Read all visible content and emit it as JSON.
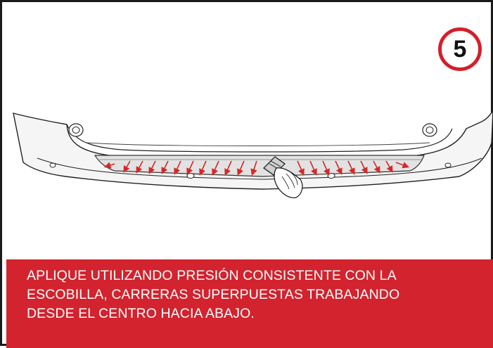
{
  "step": {
    "number": "5",
    "accent_color": "#d31f2b"
  },
  "illustration": {
    "subject": "rear bumper with protective film and squeegee",
    "arrow_color": "#d62828",
    "squeegee_icon": "squeegee-hand-icon"
  },
  "caption": {
    "background_color": "#d2232e",
    "lines": [
      "APLIQUE UTILIZANDO PRESIÓN CONSISTENTE CON LA",
      "ESCOBILLA, CARRERAS SUPERPUESTAS TRABAJANDO",
      "DESDE EL CENTRO HACIA ABAJO."
    ]
  }
}
